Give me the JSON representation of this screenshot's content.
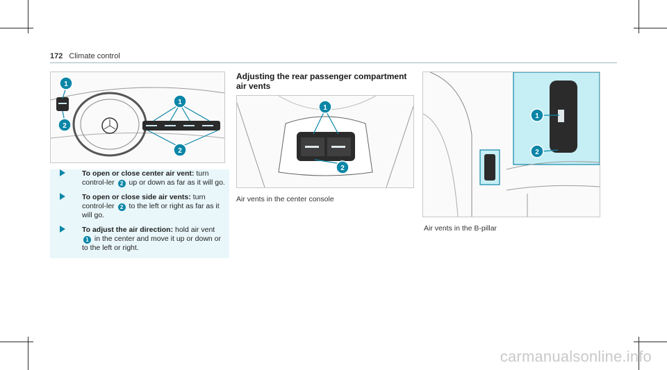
{
  "header": {
    "page_number": "172",
    "section": "Climate control"
  },
  "figure_labels": {
    "one": "1",
    "two": "2"
  },
  "steps": [
    {
      "bold": "To open or close center air vent:",
      "pre": " turn control-ler ",
      "marker": "2",
      "post": " up or down as far as it will go."
    },
    {
      "bold": "To open or close side air vents:",
      "pre": " turn control-ler ",
      "marker": "2",
      "post": " to the left or right as far as it will go."
    },
    {
      "bold": "To adjust the air direction:",
      "pre": " hold air vent ",
      "marker": "1",
      "post": " in the center and move it up or down or to the left or right."
    }
  ],
  "section_title": "Adjusting the rear passenger compartment air vents",
  "captions": {
    "center_console": "Air vents in the center console",
    "b_pillar": "Air vents in the B-pillar"
  },
  "watermark": "carmanualsonline.info",
  "colors": {
    "accent": "#0b86a7",
    "highlight": "#c6eef5",
    "panel": "#e9f7fa"
  }
}
